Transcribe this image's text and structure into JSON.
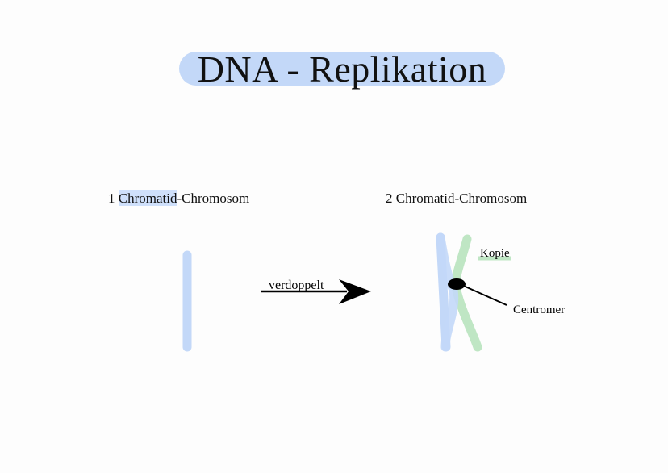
{
  "title": "DNA - Replikation",
  "left_caption": {
    "prefix": "1 ",
    "highlight": "Chromatid",
    "suffix": "-Chromosom"
  },
  "right_caption": "2 Chromatid-Chromosom",
  "arrow_label": "verdoppelt",
  "copy_label": "Kopie",
  "centromere_label": "Centromer",
  "colors": {
    "original_chromatid": "#c3d8f8",
    "copy_chromatid": "#bfe6c4",
    "centromere": "#000000",
    "title_highlight": "#c3d8f8"
  }
}
